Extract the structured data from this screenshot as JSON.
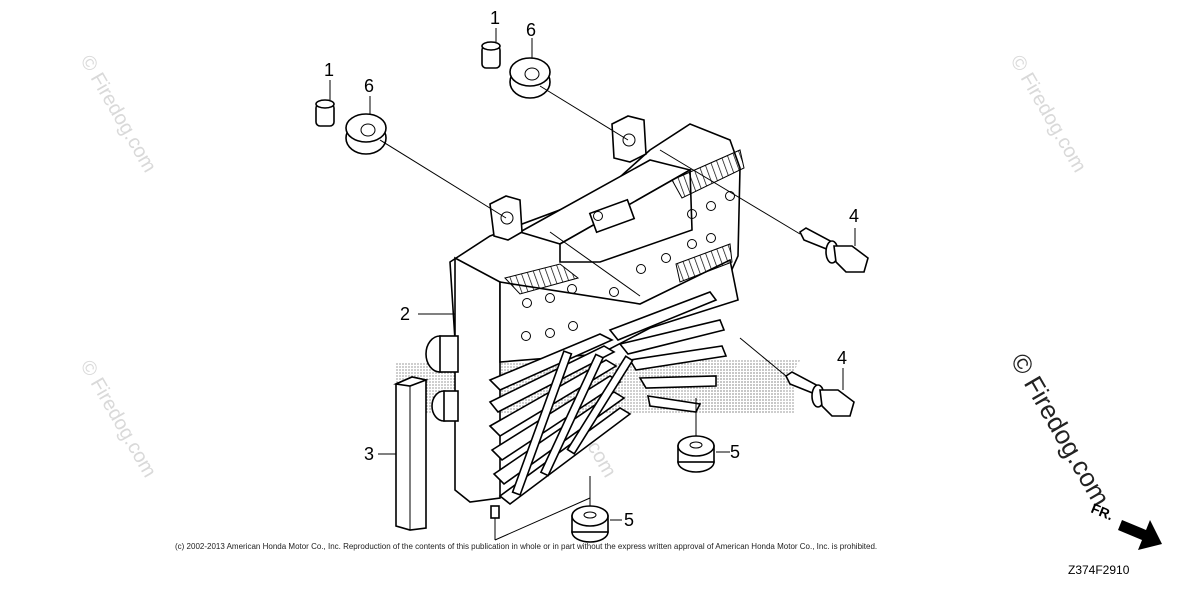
{
  "callouts": {
    "c1_left": "1",
    "c6_left": "6",
    "c1_top": "1",
    "c6_top": "6",
    "c4_upper": "4",
    "c4_lower": "4",
    "c2": "2",
    "c3": "3",
    "c5_right": "5",
    "c5_bottom": "5"
  },
  "watermarks": {
    "text": "© Firedog.com"
  },
  "copyright": "(c) 2002-2013 American Honda Motor Co., Inc. Reproduction of the contents of this publication in whole or in part without the express written approval of American Honda Motor Co., Inc. is prohibited.",
  "diagram_code": "Z374F2910",
  "direction_label": "FR.",
  "colors": {
    "line": "#000000",
    "watermark": "#d9d9d9",
    "background": "#ffffff"
  }
}
